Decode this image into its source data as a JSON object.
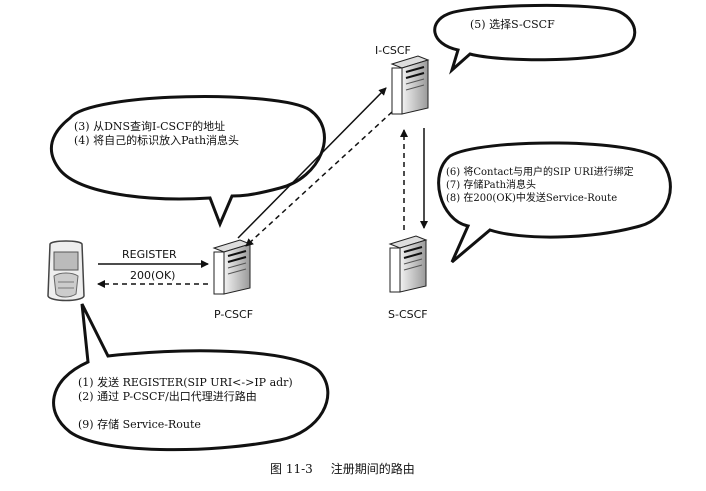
{
  "nodes": {
    "ue_icon": "mobile-phone-icon",
    "pcscf": "P-CSCF",
    "icscf": "I-CSCF",
    "scscf": "S-CSCF"
  },
  "messages": {
    "register": "REGISTER",
    "ok": "200(OK)"
  },
  "bubbles": {
    "icscf": [
      "(5) 选择S-CSCF"
    ],
    "pcscf": [
      "(3) 从DNS查询I-CSCF的地址",
      "(4) 将自己的标识放入Path消息头"
    ],
    "scscf": [
      "(6) 将Contact与用户的SIP URI进行绑定",
      "(7) 存储Path消息头",
      "(8) 在200(OK)中发送Service-Route"
    ],
    "ue": [
      "(1) 发送 REGISTER(SIP URI<->IP adr)",
      "(2) 通过 P-CSCF/出口代理进行路由",
      "(9) 存储 Service-Route"
    ]
  },
  "caption": {
    "figure_no": "图 11-3",
    "title": "注册期间的路由"
  }
}
